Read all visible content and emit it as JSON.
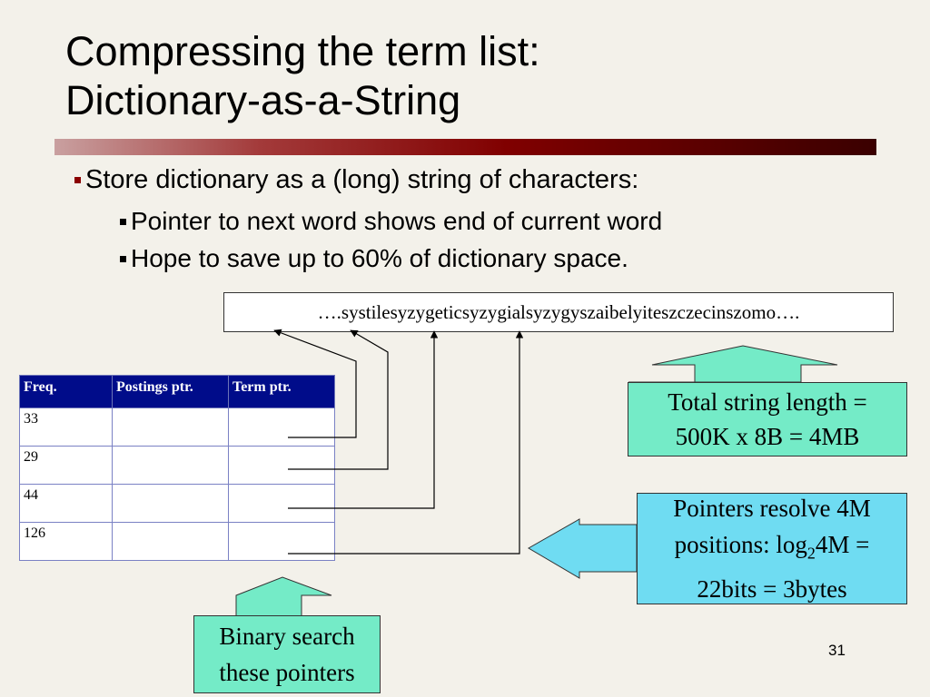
{
  "title": {
    "line1": "Compressing the term list:",
    "line2": "Dictionary-as-a-String"
  },
  "bullets": [
    {
      "text": "Store dictionary as a (long) string of characters:",
      "level": 1
    },
    {
      "text": "Pointer to next word shows end of current word",
      "level": 2
    },
    {
      "text": "Hope to save up to 60% of dictionary space.",
      "level": 2
    }
  ],
  "string_box": {
    "text": "….systilesyzygeticsyzygialsyzygyszaibelyiteszczecinszomo…."
  },
  "table": {
    "headers": [
      "Freq.",
      "Postings ptr.",
      "Term ptr."
    ],
    "rows": [
      [
        "33",
        "",
        ""
      ],
      [
        "29",
        "",
        ""
      ],
      [
        "44",
        "",
        ""
      ],
      [
        "126",
        "",
        ""
      ]
    ]
  },
  "callouts": {
    "total": {
      "line1": "Total string length =",
      "line2": "500K x 8B = 4MB"
    },
    "pointers": {
      "line1": "Pointers resolve 4M",
      "line2_pre": "positions: log",
      "line2_sub": "2",
      "line2_post": "4M =",
      "line3": "22bits = 3bytes"
    },
    "binary": {
      "line1": "Binary search",
      "line2": "these pointers"
    }
  },
  "page_number": "31",
  "colors": {
    "table_header": "#000c8a",
    "callout_green": "#74ebc7",
    "callout_blue": "#6fdcf2",
    "title_bar": "#800000"
  }
}
